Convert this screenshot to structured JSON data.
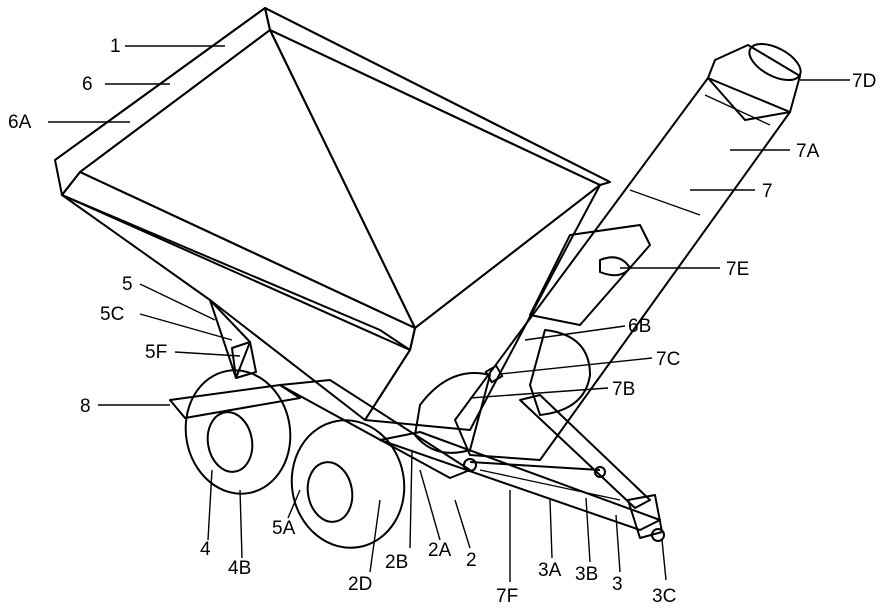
{
  "labels": {
    "l1": "1",
    "l6": "6",
    "l6A": "6A",
    "l5": "5",
    "l5C": "5C",
    "l5F": "5F",
    "l8": "8",
    "l4": "4",
    "l4B": "4B",
    "l5A": "5A",
    "l2D": "2D",
    "l2B": "2B",
    "l2A": "2A",
    "l2": "2",
    "l7F": "7F",
    "l3A": "3A",
    "l3B": "3B",
    "l3": "3",
    "l3C": "3C",
    "l7D": "7D",
    "l7A": "7A",
    "l7": "7",
    "l7E": "7E",
    "l6B": "6B",
    "l7C": "7C",
    "l7B": "7B"
  }
}
